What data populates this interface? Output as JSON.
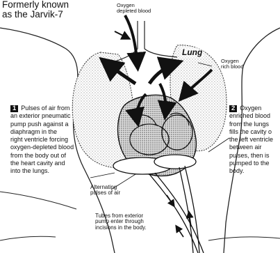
{
  "title_lines": [
    "Formerly known",
    "as the Jarvik-7"
  ],
  "labels": {
    "oxygen_depleted": [
      "Oxygen",
      "depleted blood"
    ],
    "oxygen_rich": [
      "Oxygen",
      "rich blood"
    ],
    "lung": "Lung",
    "alternating": [
      "Alternating",
      "pulses of air"
    ],
    "tubes": [
      "Tubes from exterior",
      "pump enter through",
      "incisions in the body."
    ]
  },
  "step1": {
    "number": "1",
    "lines": [
      "Pulses of air from",
      "an exterior pneumatic",
      "pump push against a",
      "diaphragm in the",
      "right ventricle forcing",
      "oxygen-depleted blood",
      "from the body out of",
      "the heart cavity and",
      "into the lungs."
    ]
  },
  "step2": {
    "number": "2",
    "lines": [
      "Oxygen",
      "enriched blood",
      "from the lungs",
      "fills the cavity o",
      "the left ventricle",
      "between air",
      "pulses, then is",
      "pumped to the",
      "body."
    ]
  }
}
